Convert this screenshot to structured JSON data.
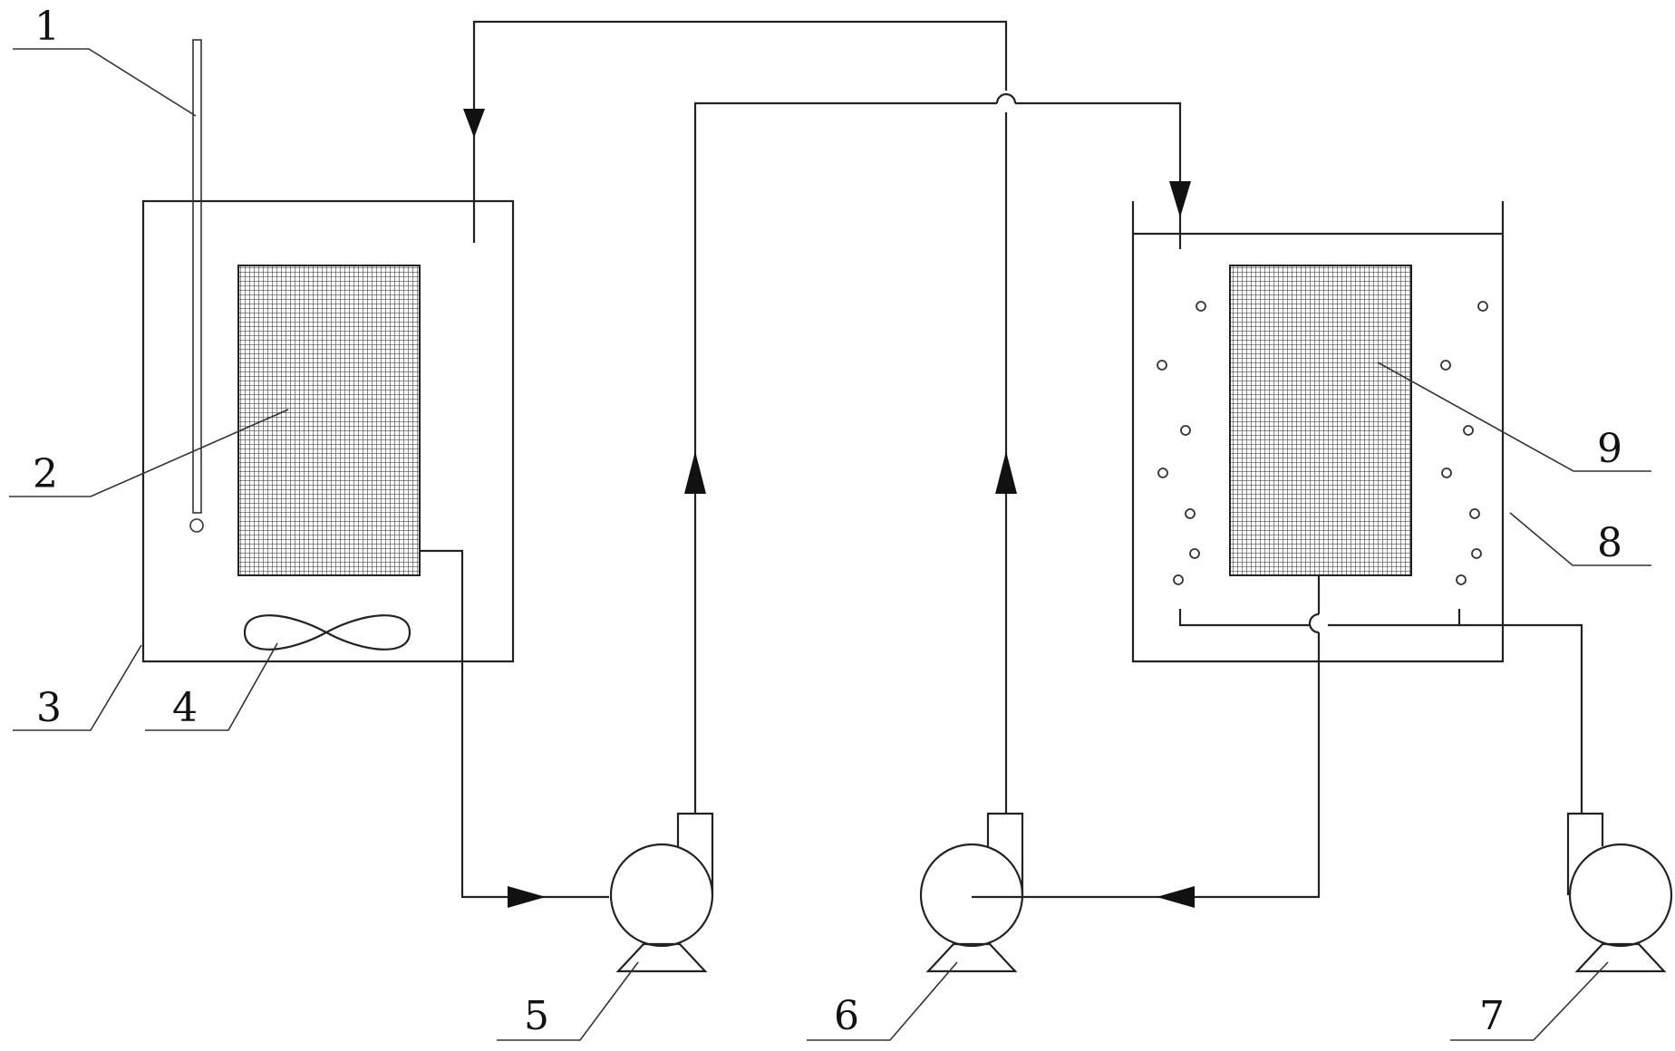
{
  "labels": {
    "l1": "1",
    "l2": "2",
    "l3": "3",
    "l4": "4",
    "l5": "5",
    "l6": "6",
    "l7": "7",
    "l8": "8",
    "l9": "9"
  },
  "colors": {
    "line": "#222222",
    "mesh": "#555555",
    "background": "#ffffff"
  }
}
